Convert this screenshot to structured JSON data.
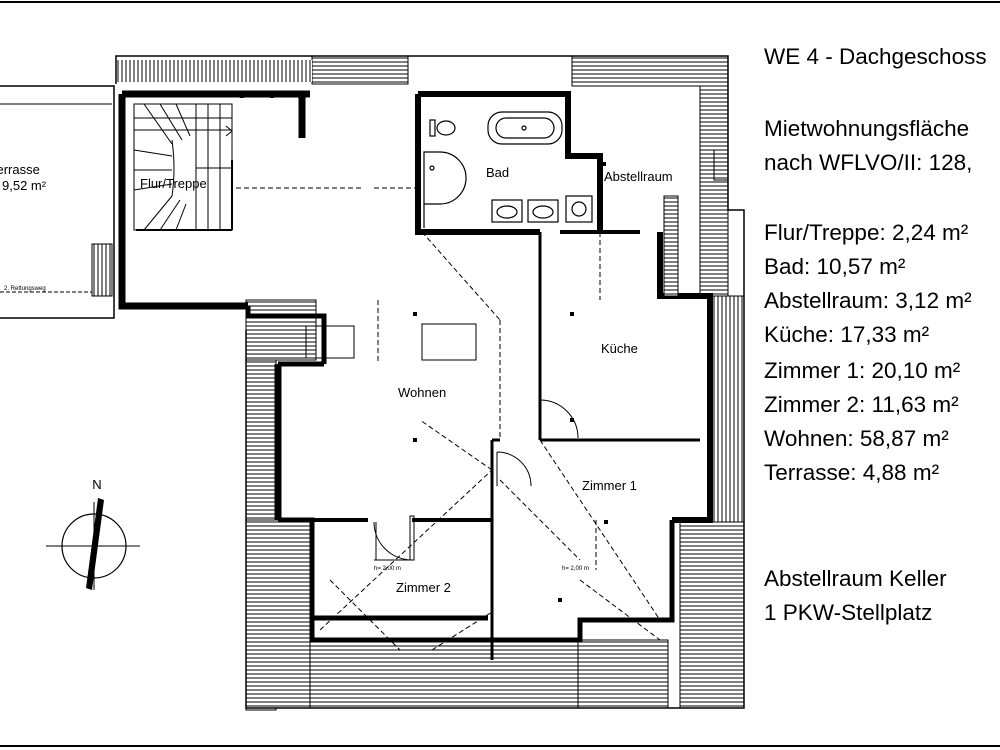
{
  "rooms": {
    "terrasse_name": "Terrasse",
    "terrasse_area": "9,52 m²",
    "rettungsweg": "2. Rettungsweg",
    "flur": "Flur/Treppe",
    "bad": "Bad",
    "abstellraum": "Abstellraum",
    "kueche": "Küche",
    "wohnen": "Wohnen",
    "zimmer1": "Zimmer 1",
    "zimmer2": "Zimmer 2",
    "height_note": "h= 2,00 m",
    "north": "N"
  },
  "legend": {
    "title": "WE 4 - Dachgeschoss",
    "area_line1": "Mietwohnungsfläche",
    "area_line2": "nach WFLVO/II: 128,",
    "items": [
      "Flur/Treppe: 2,24 m²",
      "Bad: 10,57 m²",
      "Abstellraum: 3,12 m²",
      "Küche: 17,33 m²",
      "Zimmer 1: 20,10 m²",
      "Zimmer 2: 11,63 m²",
      "Wohnen: 58,87 m²",
      "Terrasse:  4,88 m²"
    ],
    "extra1": "Abstellraum Keller",
    "extra2": "1 PKW-Stellplatz"
  }
}
